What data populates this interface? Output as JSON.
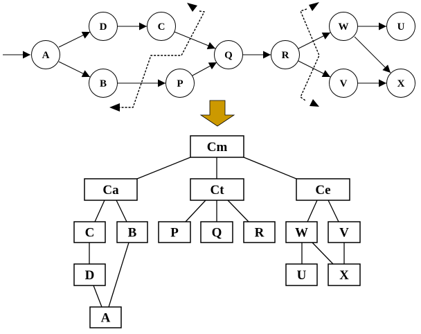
{
  "graph": {
    "nodes": [
      {
        "id": "A",
        "label": "A"
      },
      {
        "id": "D",
        "label": "D"
      },
      {
        "id": "C",
        "label": "C"
      },
      {
        "id": "B",
        "label": "B"
      },
      {
        "id": "P",
        "label": "P"
      },
      {
        "id": "Q",
        "label": "Q"
      },
      {
        "id": "R",
        "label": "R"
      },
      {
        "id": "W",
        "label": "W"
      },
      {
        "id": "U",
        "label": "U"
      },
      {
        "id": "V",
        "label": "V"
      },
      {
        "id": "X",
        "label": "X"
      }
    ],
    "edges": [
      {
        "from": "input",
        "to": "A"
      },
      {
        "from": "A",
        "to": "D"
      },
      {
        "from": "A",
        "to": "B"
      },
      {
        "from": "D",
        "to": "C"
      },
      {
        "from": "B",
        "to": "P"
      },
      {
        "from": "C",
        "to": "Q"
      },
      {
        "from": "P",
        "to": "Q"
      },
      {
        "from": "Q",
        "to": "R"
      },
      {
        "from": "R",
        "to": "W"
      },
      {
        "from": "R",
        "to": "V"
      },
      {
        "from": "W",
        "to": "U"
      },
      {
        "from": "W",
        "to": "X"
      },
      {
        "from": "V",
        "to": "X"
      }
    ],
    "cut_lines": [
      "left-cut",
      "right-cut"
    ]
  },
  "transform_arrow": {
    "color": "#cc9900",
    "stroke": "#000000"
  },
  "tree": {
    "nodes": [
      {
        "id": "Cm",
        "label": "Cm"
      },
      {
        "id": "Ca",
        "label": "Ca"
      },
      {
        "id": "Ct",
        "label": "Ct"
      },
      {
        "id": "Ce",
        "label": "Ce"
      },
      {
        "id": "tC",
        "label": "C"
      },
      {
        "id": "tB",
        "label": "B"
      },
      {
        "id": "tP",
        "label": "P"
      },
      {
        "id": "tQ",
        "label": "Q"
      },
      {
        "id": "tR",
        "label": "R"
      },
      {
        "id": "tW",
        "label": "W"
      },
      {
        "id": "tV",
        "label": "V"
      },
      {
        "id": "tD",
        "label": "D"
      },
      {
        "id": "tU",
        "label": "U"
      },
      {
        "id": "tX",
        "label": "X"
      },
      {
        "id": "tA",
        "label": "A"
      }
    ],
    "edges": [
      {
        "from": "Cm",
        "to": "Ca"
      },
      {
        "from": "Cm",
        "to": "Ct"
      },
      {
        "from": "Cm",
        "to": "Ce"
      },
      {
        "from": "Ca",
        "to": "tC"
      },
      {
        "from": "Ca",
        "to": "tB"
      },
      {
        "from": "Ct",
        "to": "tP"
      },
      {
        "from": "Ct",
        "to": "tQ"
      },
      {
        "from": "Ct",
        "to": "tR"
      },
      {
        "from": "Ce",
        "to": "tW"
      },
      {
        "from": "Ce",
        "to": "tV"
      },
      {
        "from": "tC",
        "to": "tD"
      },
      {
        "from": "tD",
        "to": "tA"
      },
      {
        "from": "tB",
        "to": "tA"
      },
      {
        "from": "tW",
        "to": "tU"
      },
      {
        "from": "tW",
        "to": "tX"
      },
      {
        "from": "tV",
        "to": "tX"
      }
    ]
  }
}
